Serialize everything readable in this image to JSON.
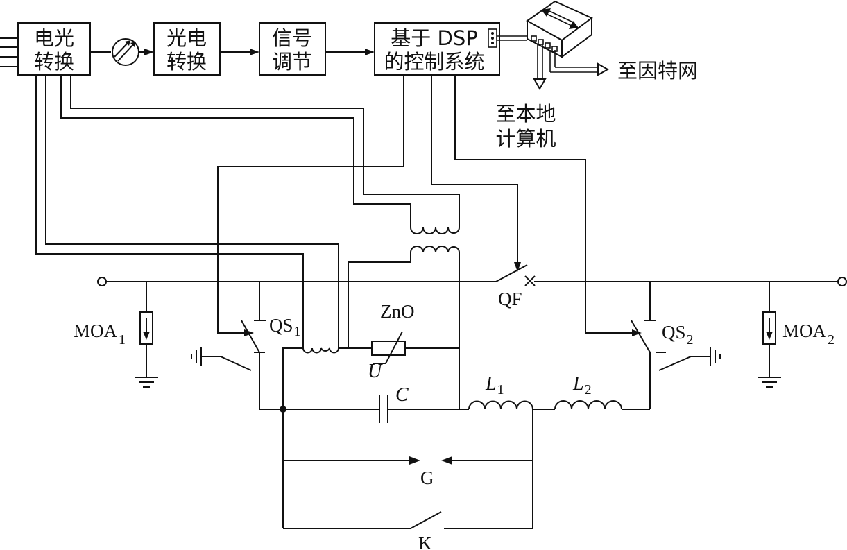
{
  "blocks": {
    "eo_convert": {
      "line1": "电光",
      "line2": "转换"
    },
    "oe_convert": {
      "line1": "光电",
      "line2": "转换"
    },
    "signal_cond": {
      "line1": "信号",
      "line2": "调节"
    },
    "dsp_control": {
      "line1": "基于 DSP",
      "line2": "的控制系统"
    }
  },
  "network": {
    "to_internet": "至因特网",
    "to_local_line1": "至本地",
    "to_local_line2": "计算机"
  },
  "components": {
    "moa1": "MOA",
    "moa1_sub": "1",
    "moa2": "MOA",
    "moa2_sub": "2",
    "qs1": "QS",
    "qs1_sub": "1",
    "qs2": "QS",
    "qs2_sub": "2",
    "qf": "QF",
    "zno": "ZnO",
    "u": "U",
    "c": "C",
    "l1": "L",
    "l1_sub": "1",
    "l2": "L",
    "l2_sub": "2",
    "g": "G",
    "k": "K"
  }
}
